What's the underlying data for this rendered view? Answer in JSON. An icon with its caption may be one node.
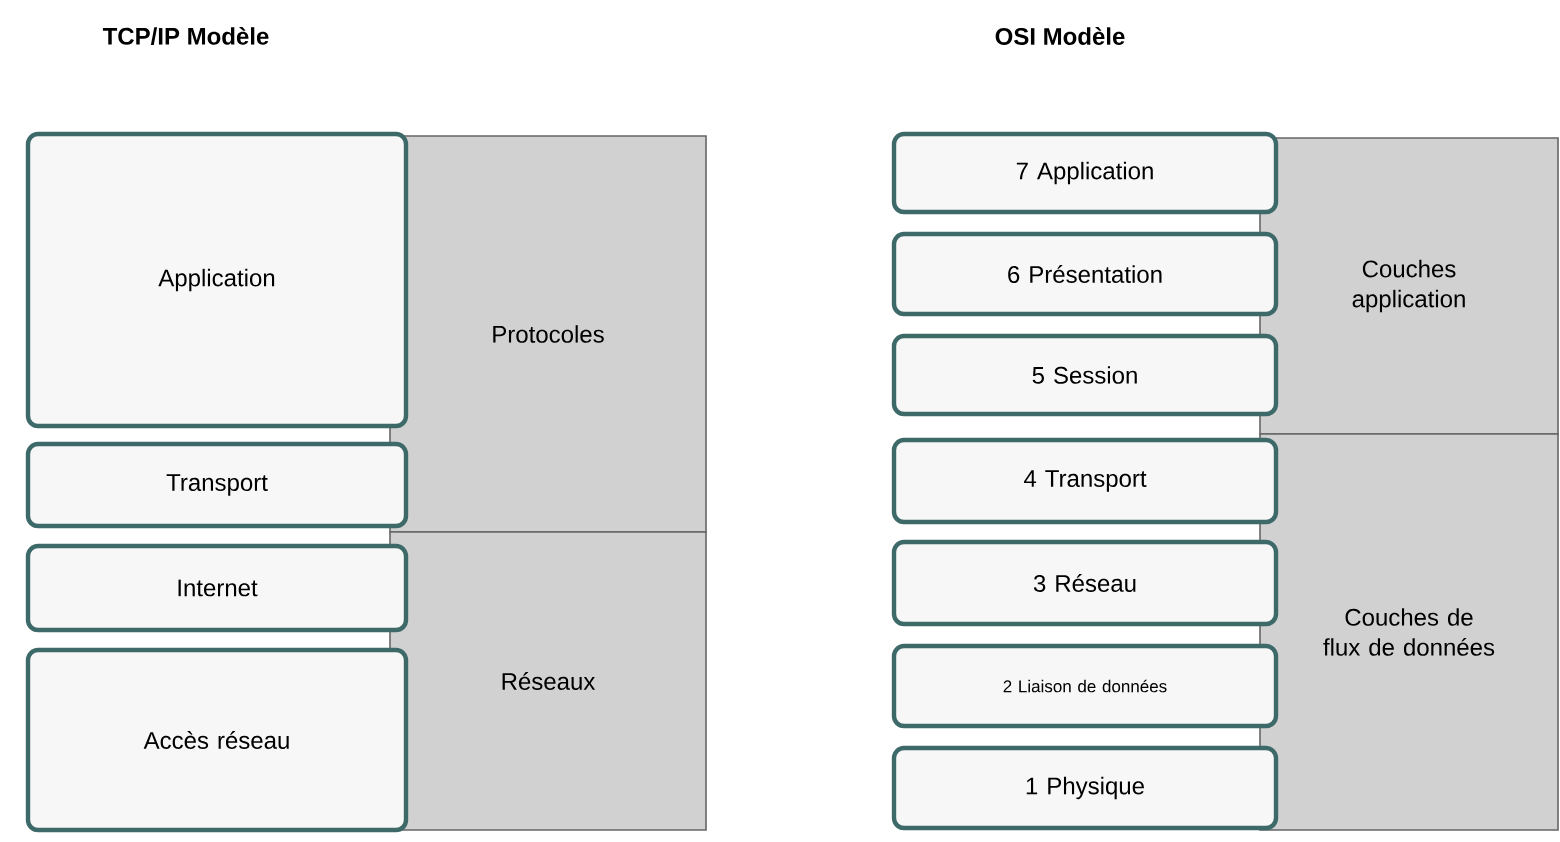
{
  "diagram": {
    "nodes": [
      {
        "text": [
          "Protocoles"
        ]
      },
      {
        "text": [
          "Réseaux"
        ]
      },
      {
        "text": [
          "Application"
        ]
      },
      {
        "text": [
          "Transport"
        ]
      },
      {
        "text": [
          "Internet"
        ]
      },
      {
        "text": [
          "Accès réseau"
        ]
      },
      {
        "text": [
          "Couches application"
        ]
      },
      {
        "text": [
          "Couches de flux de données"
        ]
      },
      {
        "text": [
          "7 Application"
        ]
      },
      {
        "text": [
          "6 Présentation"
        ]
      },
      {
        "text": [
          "5 Session"
        ]
      },
      {
        "text": [
          "4 Transport"
        ]
      },
      {
        "text": [
          "3 Réseau"
        ]
      },
      {
        "text": [
          "2 Liaison de données"
        ]
      },
      {
        "text": [
          "1 Physique"
        ]
      }
    ],
    "labels": [
      "TCP/IP Modèle",
      "OSI Modèle"
    ]
  }
}
